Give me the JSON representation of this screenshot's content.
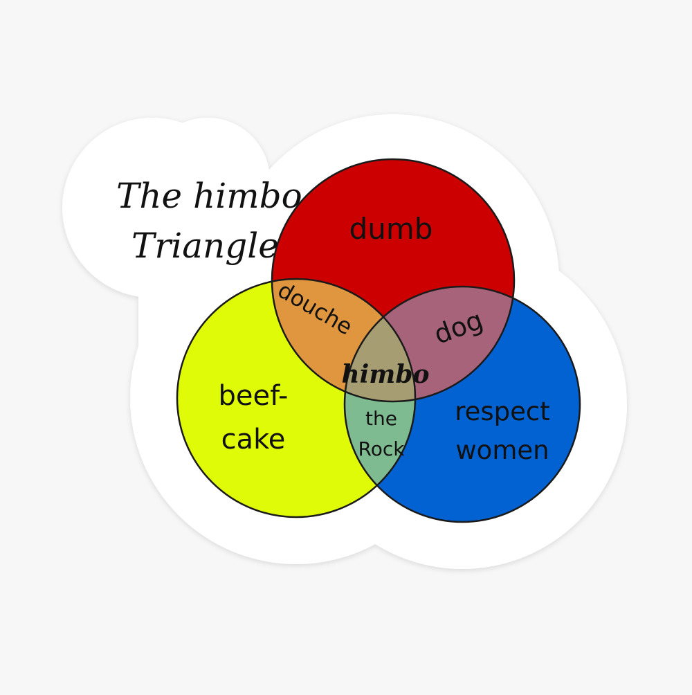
{
  "title": {
    "line1": "The himbo",
    "line2": "Triangle"
  },
  "sets": {
    "top": {
      "label": "dumb",
      "color": "#cc0000"
    },
    "left": {
      "label_line1": "beef-",
      "label_line2": "cake",
      "color": "#e0fb08"
    },
    "right": {
      "label_line1": "respect",
      "label_line2": "women",
      "color": "#0262d1"
    }
  },
  "overlaps": {
    "top_left": {
      "label": "douche",
      "color": "#e0963f"
    },
    "top_right": {
      "label": "dog",
      "color": "#a76379"
    },
    "left_right": {
      "label_line1": "the",
      "label_line2": "Rock",
      "color": "#7fbb91"
    },
    "center": {
      "label": "himbo",
      "color": "#a69d73"
    }
  },
  "sticker": {
    "border_color": "#ffffff",
    "outline_color": "#1a1a1a"
  }
}
